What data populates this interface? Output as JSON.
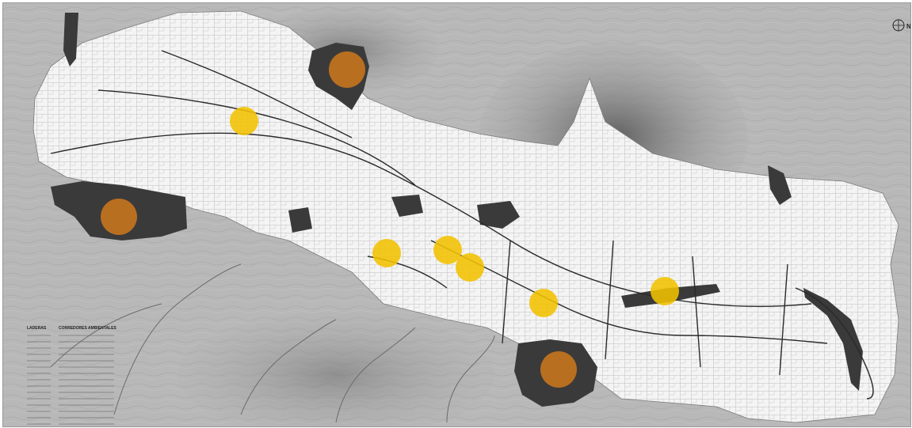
{
  "map": {
    "north_label": "N",
    "colors": {
      "terrain": "#b8b8b8",
      "urban": "#f4f4f4",
      "dark_zone": "#3a3a3a",
      "street": "#2a2a2a",
      "marker_orange": "#c8751e",
      "marker_yellow": "#f2c200"
    },
    "markers": {
      "orange": [
        {
          "id": "orange-north",
          "level": "high"
        },
        {
          "id": "orange-west",
          "level": "high"
        },
        {
          "id": "orange-south",
          "level": "high"
        }
      ],
      "yellow": [
        {
          "id": "yellow-1",
          "level": "medium"
        },
        {
          "id": "yellow-2",
          "level": "medium"
        },
        {
          "id": "yellow-3",
          "level": "medium"
        },
        {
          "id": "yellow-4",
          "level": "medium"
        },
        {
          "id": "yellow-5",
          "level": "medium"
        },
        {
          "id": "yellow-6",
          "level": "medium"
        }
      ]
    },
    "legend": {
      "col1_title": "LADERAS",
      "col2_title": "CORREDORES AMBIENTALES"
    }
  }
}
